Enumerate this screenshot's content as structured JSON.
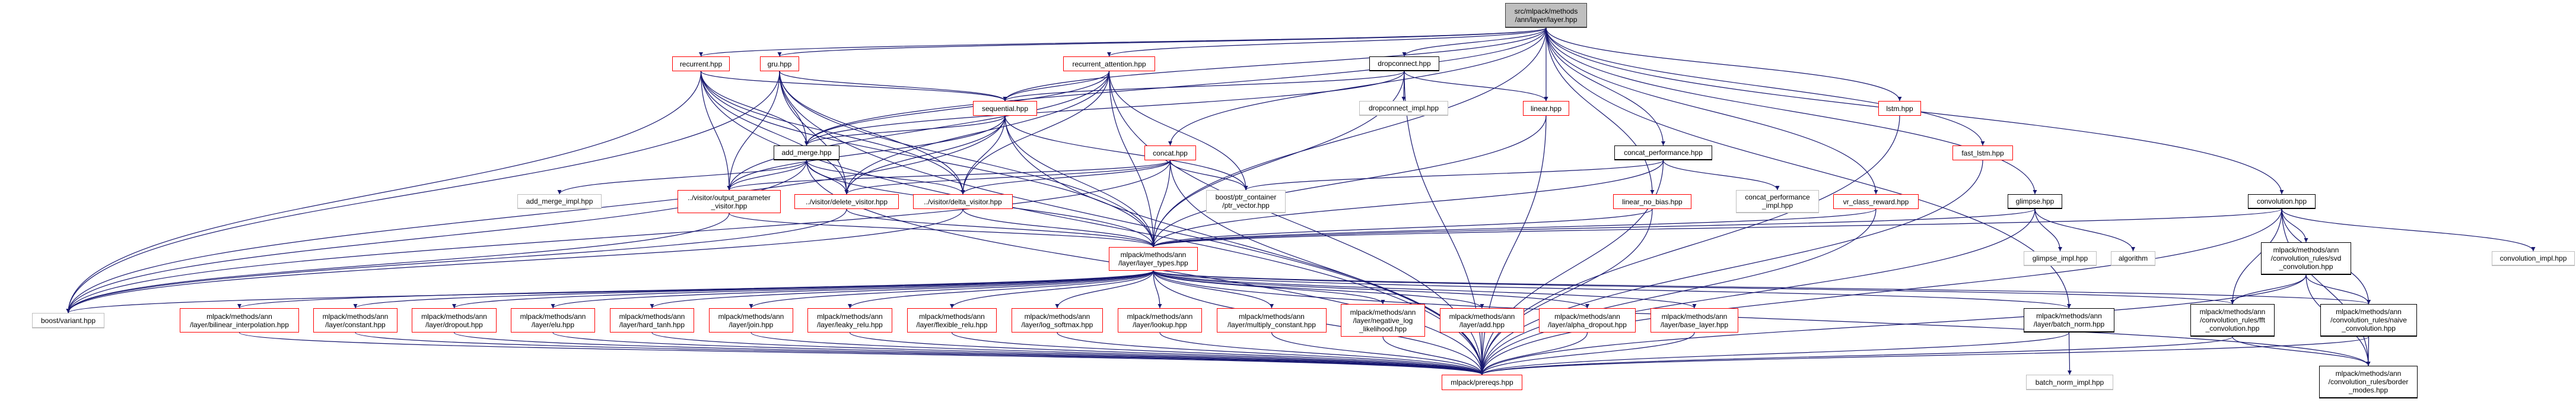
{
  "graph": {
    "edge_color": "#191970",
    "border_colors": {
      "red": "#ff0000",
      "black": "#000000",
      "gray": "#bfbfbf",
      "root_fill": "#bfbfbf"
    },
    "nodes": [
      {
        "id": "layer",
        "label": [
          "src/mlpack/methods",
          "/ann/layer/layer.hpp"
        ],
        "style": "root"
      },
      {
        "id": "recurrent",
        "label": [
          "recurrent.hpp"
        ],
        "style": "red"
      },
      {
        "id": "gru",
        "label": [
          "gru.hpp"
        ],
        "style": "red"
      },
      {
        "id": "recurrent_attention",
        "label": [
          "recurrent_attention.hpp"
        ],
        "style": "red"
      },
      {
        "id": "dropconnect",
        "label": [
          "dropconnect.hpp"
        ],
        "style": "black"
      },
      {
        "id": "sequential",
        "label": [
          "sequential.hpp"
        ],
        "style": "red"
      },
      {
        "id": "dropconnect_impl",
        "label": [
          "dropconnect_impl.hpp"
        ],
        "style": "gray"
      },
      {
        "id": "linear",
        "label": [
          "linear.hpp"
        ],
        "style": "red"
      },
      {
        "id": "lstm",
        "label": [
          "lstm.hpp"
        ],
        "style": "red"
      },
      {
        "id": "add_merge",
        "label": [
          "add_merge.hpp"
        ],
        "style": "black"
      },
      {
        "id": "concat",
        "label": [
          "concat.hpp"
        ],
        "style": "red"
      },
      {
        "id": "concat_performance",
        "label": [
          "concat_performance.hpp"
        ],
        "style": "black"
      },
      {
        "id": "fast_lstm",
        "label": [
          "fast_lstm.hpp"
        ],
        "style": "red"
      },
      {
        "id": "add_merge_impl",
        "label": [
          "add_merge_impl.hpp"
        ],
        "style": "gray"
      },
      {
        "id": "output_parameter_visitor",
        "label": [
          "../visitor/output_parameter",
          "_visitor.hpp"
        ],
        "style": "red"
      },
      {
        "id": "delete_visitor",
        "label": [
          "../visitor/delete_visitor.hpp"
        ],
        "style": "red"
      },
      {
        "id": "delta_visitor",
        "label": [
          "../visitor/delta_visitor.hpp"
        ],
        "style": "red"
      },
      {
        "id": "ptr_vector",
        "label": [
          "boost/ptr_container",
          "/ptr_vector.hpp"
        ],
        "style": "gray"
      },
      {
        "id": "linear_no_bias",
        "label": [
          "linear_no_bias.hpp"
        ],
        "style": "red"
      },
      {
        "id": "concat_performance_impl",
        "label": [
          "concat_performance",
          "_impl.hpp"
        ],
        "style": "gray"
      },
      {
        "id": "vr_class_reward",
        "label": [
          "vr_class_reward.hpp"
        ],
        "style": "red"
      },
      {
        "id": "glimpse",
        "label": [
          "glimpse.hpp"
        ],
        "style": "black"
      },
      {
        "id": "convolution",
        "label": [
          "convolution.hpp"
        ],
        "style": "black"
      },
      {
        "id": "layer_types",
        "label": [
          "mlpack/methods/ann",
          "/layer/layer_types.hpp"
        ],
        "style": "red"
      },
      {
        "id": "glimpse_impl",
        "label": [
          "glimpse_impl.hpp"
        ],
        "style": "gray"
      },
      {
        "id": "algorithm",
        "label": [
          "algorithm"
        ],
        "style": "gray"
      },
      {
        "id": "svd_convolution",
        "label": [
          "mlpack/methods/ann",
          "/convolution_rules/svd",
          "_convolution.hpp"
        ],
        "style": "black"
      },
      {
        "id": "convolution_impl",
        "label": [
          "convolution_impl.hpp"
        ],
        "style": "gray"
      },
      {
        "id": "boost_variant",
        "label": [
          "boost/variant.hpp"
        ],
        "style": "gray"
      },
      {
        "id": "bilinear_interpolation",
        "label": [
          "mlpack/methods/ann",
          "/layer/bilinear_interpolation.hpp"
        ],
        "style": "red"
      },
      {
        "id": "constant",
        "label": [
          "mlpack/methods/ann",
          "/layer/constant.hpp"
        ],
        "style": "red"
      },
      {
        "id": "dropout",
        "label": [
          "mlpack/methods/ann",
          "/layer/dropout.hpp"
        ],
        "style": "red"
      },
      {
        "id": "elu",
        "label": [
          "mlpack/methods/ann",
          "/layer/elu.hpp"
        ],
        "style": "red"
      },
      {
        "id": "hard_tanh",
        "label": [
          "mlpack/methods/ann",
          "/layer/hard_tanh.hpp"
        ],
        "style": "red"
      },
      {
        "id": "join",
        "label": [
          "mlpack/methods/ann",
          "/layer/join.hpp"
        ],
        "style": "red"
      },
      {
        "id": "leaky_relu",
        "label": [
          "mlpack/methods/ann",
          "/layer/leaky_relu.hpp"
        ],
        "style": "red"
      },
      {
        "id": "flexible_relu",
        "label": [
          "mlpack/methods/ann",
          "/layer/flexible_relu.hpp"
        ],
        "style": "red"
      },
      {
        "id": "log_softmax",
        "label": [
          "mlpack/methods/ann",
          "/layer/log_softmax.hpp"
        ],
        "style": "red"
      },
      {
        "id": "lookup",
        "label": [
          "mlpack/methods/ann",
          "/layer/lookup.hpp"
        ],
        "style": "red"
      },
      {
        "id": "multiply_constant",
        "label": [
          "mlpack/methods/ann",
          "/layer/multiply_constant.hpp"
        ],
        "style": "red"
      },
      {
        "id": "negative_log_likelihood",
        "label": [
          "mlpack/methods/ann",
          "/layer/negative_log",
          "_likelihood.hpp"
        ],
        "style": "red"
      },
      {
        "id": "add",
        "label": [
          "mlpack/methods/ann",
          "/layer/add.hpp"
        ],
        "style": "red"
      },
      {
        "id": "alpha_dropout",
        "label": [
          "mlpack/methods/ann",
          "/layer/alpha_dropout.hpp"
        ],
        "style": "red"
      },
      {
        "id": "base_layer",
        "label": [
          "mlpack/methods/ann",
          "/layer/base_layer.hpp"
        ],
        "style": "red"
      },
      {
        "id": "batch_norm",
        "label": [
          "mlpack/methods/ann",
          "/layer/batch_norm.hpp"
        ],
        "style": "black"
      },
      {
        "id": "fft_convolution",
        "label": [
          "mlpack/methods/ann",
          "/convolution_rules/fft",
          "_convolution.hpp"
        ],
        "style": "black"
      },
      {
        "id": "naive_convolution",
        "label": [
          "mlpack/methods/ann",
          "/convolution_rules/naive",
          "_convolution.hpp"
        ],
        "style": "black"
      },
      {
        "id": "prereqs",
        "label": [
          "mlpack/prereqs.hpp"
        ],
        "style": "red"
      },
      {
        "id": "batch_norm_impl",
        "label": [
          "batch_norm_impl.hpp"
        ],
        "style": "gray"
      },
      {
        "id": "border_modes",
        "label": [
          "mlpack/methods/ann",
          "/convolution_rules/border",
          "_modes.hpp"
        ],
        "style": "black"
      }
    ],
    "edges": [
      [
        "layer",
        "recurrent"
      ],
      [
        "layer",
        "gru"
      ],
      [
        "layer",
        "recurrent_attention"
      ],
      [
        "layer",
        "dropconnect"
      ],
      [
        "layer",
        "sequential"
      ],
      [
        "layer",
        "add_merge"
      ],
      [
        "layer",
        "concat"
      ],
      [
        "layer",
        "linear"
      ],
      [
        "layer",
        "concat_performance"
      ],
      [
        "layer",
        "linear_no_bias"
      ],
      [
        "layer",
        "lstm"
      ],
      [
        "layer",
        "fast_lstm"
      ],
      [
        "layer",
        "vr_class_reward"
      ],
      [
        "layer",
        "glimpse"
      ],
      [
        "layer",
        "convolution"
      ],
      [
        "layer",
        "layer_types"
      ],
      [
        "layer",
        "batch_norm"
      ],
      [
        "recurrent",
        "add_merge"
      ],
      [
        "recurrent",
        "sequential"
      ],
      [
        "recurrent",
        "output_parameter_visitor"
      ],
      [
        "recurrent",
        "delete_visitor"
      ],
      [
        "recurrent",
        "delta_visitor"
      ],
      [
        "recurrent",
        "layer_types"
      ],
      [
        "recurrent",
        "boost_variant"
      ],
      [
        "recurrent",
        "prereqs"
      ],
      [
        "gru",
        "add_merge"
      ],
      [
        "gru",
        "sequential"
      ],
      [
        "gru",
        "output_parameter_visitor"
      ],
      [
        "gru",
        "delete_visitor"
      ],
      [
        "gru",
        "delta_visitor"
      ],
      [
        "gru",
        "layer_types"
      ],
      [
        "gru",
        "boost_variant"
      ],
      [
        "gru",
        "prereqs"
      ],
      [
        "recurrent_attention",
        "sequential"
      ],
      [
        "recurrent_attention",
        "add_merge"
      ],
      [
        "recurrent_attention",
        "output_parameter_visitor"
      ],
      [
        "recurrent_attention",
        "delete_visitor"
      ],
      [
        "recurrent_attention",
        "delta_visitor"
      ],
      [
        "recurrent_attention",
        "layer_types"
      ],
      [
        "recurrent_attention",
        "ptr_vector"
      ],
      [
        "recurrent_attention",
        "prereqs"
      ],
      [
        "dropconnect",
        "dropconnect_impl"
      ],
      [
        "dropconnect",
        "linear"
      ],
      [
        "dropconnect",
        "sequential"
      ],
      [
        "dropconnect",
        "add_merge"
      ],
      [
        "dropconnect",
        "layer_types"
      ],
      [
        "dropconnect",
        "prereqs"
      ],
      [
        "sequential",
        "add_merge"
      ],
      [
        "sequential",
        "output_parameter_visitor"
      ],
      [
        "sequential",
        "delete_visitor"
      ],
      [
        "sequential",
        "delta_visitor"
      ],
      [
        "sequential",
        "layer_types"
      ],
      [
        "sequential",
        "ptr_vector"
      ],
      [
        "sequential",
        "boost_variant"
      ],
      [
        "sequential",
        "prereqs"
      ],
      [
        "add_merge",
        "add_merge_impl"
      ],
      [
        "add_merge",
        "output_parameter_visitor"
      ],
      [
        "add_merge",
        "delete_visitor"
      ],
      [
        "add_merge",
        "delta_visitor"
      ],
      [
        "add_merge",
        "layer_types"
      ],
      [
        "add_merge",
        "boost_variant"
      ],
      [
        "add_merge",
        "prereqs"
      ],
      [
        "concat",
        "output_parameter_visitor"
      ],
      [
        "concat",
        "delete_visitor"
      ],
      [
        "concat",
        "delta_visitor"
      ],
      [
        "concat",
        "layer_types"
      ],
      [
        "concat",
        "ptr_vector"
      ],
      [
        "concat",
        "boost_variant"
      ],
      [
        "concat",
        "prereqs"
      ],
      [
        "linear",
        "layer_types"
      ],
      [
        "linear",
        "prereqs"
      ],
      [
        "concat_performance",
        "concat_performance_impl"
      ],
      [
        "concat_performance",
        "ptr_vector"
      ],
      [
        "concat_performance",
        "layer_types"
      ],
      [
        "concat_performance",
        "prereqs"
      ],
      [
        "linear_no_bias",
        "layer_types"
      ],
      [
        "linear_no_bias",
        "prereqs"
      ],
      [
        "lstm",
        "prereqs"
      ],
      [
        "fast_lstm",
        "prereqs"
      ],
      [
        "vr_class_reward",
        "layer_types"
      ],
      [
        "vr_class_reward",
        "prereqs"
      ],
      [
        "glimpse",
        "glimpse_impl"
      ],
      [
        "glimpse",
        "algorithm"
      ],
      [
        "glimpse",
        "layer_types"
      ],
      [
        "glimpse",
        "prereqs"
      ],
      [
        "convolution",
        "convolution_impl"
      ],
      [
        "convolution",
        "svd_convolution"
      ],
      [
        "convolution",
        "fft_convolution"
      ],
      [
        "convolution",
        "naive_convolution"
      ],
      [
        "convolution",
        "border_modes"
      ],
      [
        "convolution",
        "layer_types"
      ],
      [
        "convolution",
        "prereqs"
      ],
      [
        "svd_convolution",
        "fft_convolution"
      ],
      [
        "svd_convolution",
        "naive_convolution"
      ],
      [
        "svd_convolution",
        "border_modes"
      ],
      [
        "svd_convolution",
        "prereqs"
      ],
      [
        "fft_convolution",
        "border_modes"
      ],
      [
        "fft_convolution",
        "prereqs"
      ],
      [
        "naive_convolution",
        "border_modes"
      ],
      [
        "naive_convolution",
        "prereqs"
      ],
      [
        "batch_norm",
        "batch_norm_impl"
      ],
      [
        "batch_norm",
        "prereqs"
      ],
      [
        "output_parameter_visitor",
        "layer_types"
      ],
      [
        "output_parameter_visitor",
        "boost_variant"
      ],
      [
        "delete_visitor",
        "layer_types"
      ],
      [
        "delete_visitor",
        "boost_variant"
      ],
      [
        "delta_visitor",
        "layer_types"
      ],
      [
        "delta_visitor",
        "boost_variant"
      ],
      [
        "layer_types",
        "boost_variant"
      ],
      [
        "layer_types",
        "bilinear_interpolation"
      ],
      [
        "layer_types",
        "constant"
      ],
      [
        "layer_types",
        "dropout"
      ],
      [
        "layer_types",
        "elu"
      ],
      [
        "layer_types",
        "hard_tanh"
      ],
      [
        "layer_types",
        "join"
      ],
      [
        "layer_types",
        "leaky_relu"
      ],
      [
        "layer_types",
        "flexible_relu"
      ],
      [
        "layer_types",
        "log_softmax"
      ],
      [
        "layer_types",
        "lookup"
      ],
      [
        "layer_types",
        "multiply_constant"
      ],
      [
        "layer_types",
        "negative_log_likelihood"
      ],
      [
        "layer_types",
        "add"
      ],
      [
        "layer_types",
        "alpha_dropout"
      ],
      [
        "layer_types",
        "base_layer"
      ],
      [
        "layer_types",
        "batch_norm"
      ],
      [
        "layer_types",
        "fft_convolution"
      ],
      [
        "layer_types",
        "naive_convolution"
      ],
      [
        "layer_types",
        "border_modes"
      ],
      [
        "layer_types",
        "prereqs"
      ],
      [
        "bilinear_interpolation",
        "prereqs"
      ],
      [
        "constant",
        "prereqs"
      ],
      [
        "dropout",
        "prereqs"
      ],
      [
        "elu",
        "prereqs"
      ],
      [
        "hard_tanh",
        "prereqs"
      ],
      [
        "join",
        "prereqs"
      ],
      [
        "leaky_relu",
        "prereqs"
      ],
      [
        "flexible_relu",
        "prereqs"
      ],
      [
        "log_softmax",
        "prereqs"
      ],
      [
        "lookup",
        "prereqs"
      ],
      [
        "multiply_constant",
        "prereqs"
      ],
      [
        "negative_log_likelihood",
        "prereqs"
      ],
      [
        "add",
        "prereqs"
      ],
      [
        "alpha_dropout",
        "prereqs"
      ],
      [
        "base_layer",
        "prereqs"
      ]
    ]
  }
}
